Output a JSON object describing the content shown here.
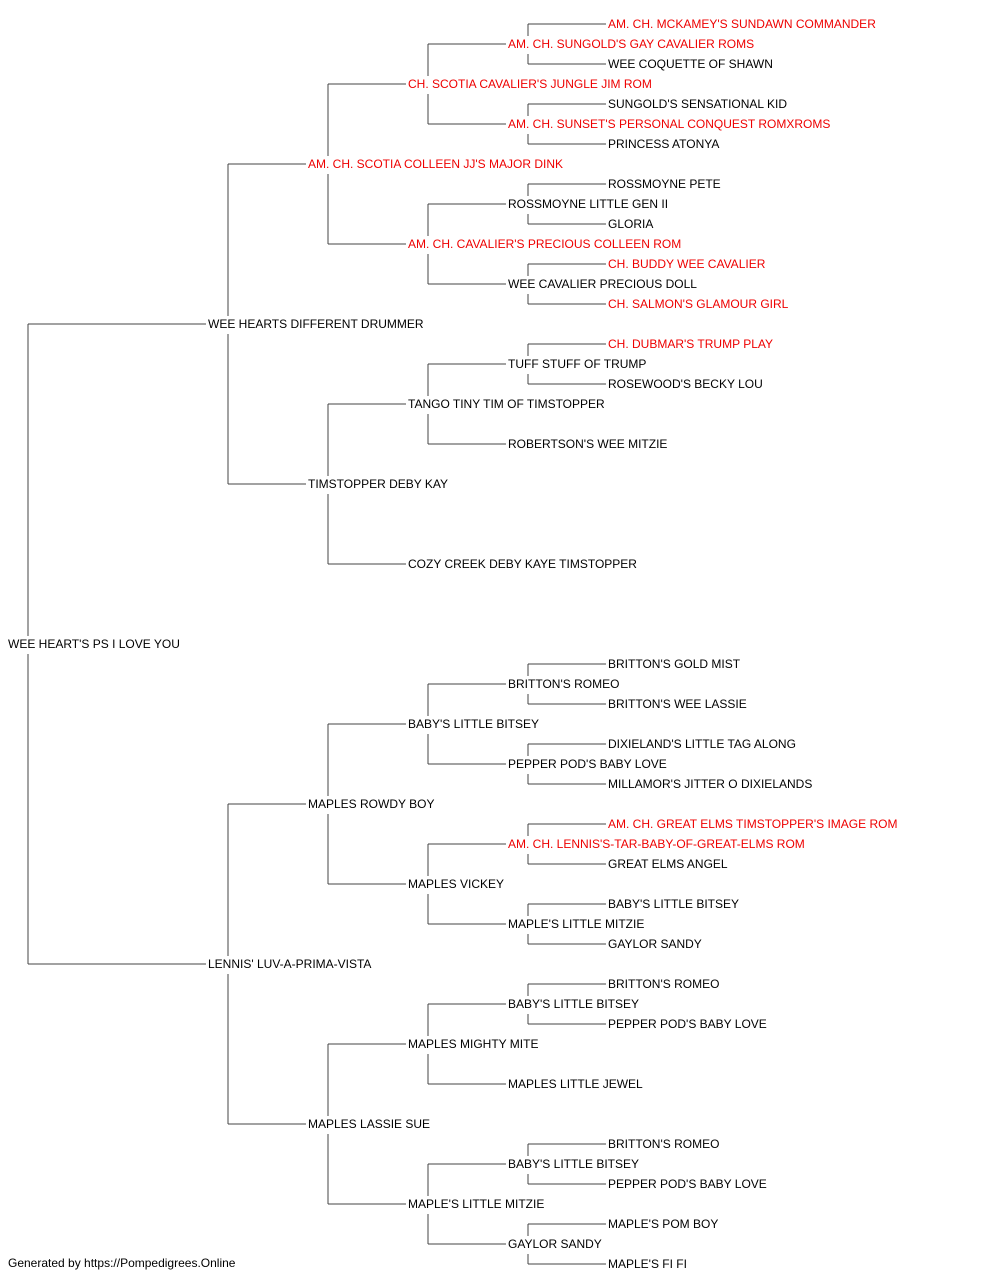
{
  "colors": {
    "champion": "#ee0000",
    "normal": "#000000",
    "line": "#444444"
  },
  "pedigree": {
    "name": "WEE HEART'S PS I LOVE YOU",
    "champion": false,
    "sire": {
      "name": "WEE HEARTS DIFFERENT DRUMMER",
      "champion": false,
      "sire": {
        "name": "AM. CH. SCOTIA COLLEEN JJ'S MAJOR DINK",
        "champion": true,
        "sire": {
          "name": "CH. SCOTIA CAVALIER'S JUNGLE JIM ROM",
          "champion": true,
          "sire": {
            "name": "AM. CH. SUNGOLD'S GAY CAVALIER ROMS",
            "champion": true,
            "sire": {
              "name": "AM. CH. MCKAMEY'S SUNDAWN COMMANDER",
              "champion": true
            },
            "dam": {
              "name": "WEE COQUETTE OF SHAWN",
              "champion": false
            }
          },
          "dam": {
            "name": "AM. CH. SUNSET'S PERSONAL CONQUEST ROMXROMS",
            "champion": true,
            "sire": {
              "name": "SUNGOLD'S SENSATIONAL KID",
              "champion": false
            },
            "dam": {
              "name": "PRINCESS ATONYA",
              "champion": false
            }
          }
        },
        "dam": {
          "name": "AM. CH. CAVALIER'S PRECIOUS COLLEEN ROM",
          "champion": true,
          "sire": {
            "name": "ROSSMOYNE LITTLE GEN II",
            "champion": false,
            "sire": {
              "name": "ROSSMOYNE PETE",
              "champion": false
            },
            "dam": {
              "name": "GLORIA",
              "champion": false
            }
          },
          "dam": {
            "name": "WEE CAVALIER PRECIOUS DOLL",
            "champion": false,
            "sire": {
              "name": "CH. BUDDY WEE CAVALIER",
              "champion": true
            },
            "dam": {
              "name": "CH. SALMON'S GLAMOUR GIRL",
              "champion": true
            }
          }
        }
      },
      "dam": {
        "name": "TIMSTOPPER DEBY KAY",
        "champion": false,
        "sire": {
          "name": "TANGO TINY TIM OF TIMSTOPPER",
          "champion": false,
          "sire": {
            "name": "TUFF STUFF OF TRUMP",
            "champion": false,
            "sire": {
              "name": "CH. DUBMAR'S TRUMP PLAY",
              "champion": true
            },
            "dam": {
              "name": "ROSEWOOD'S BECKY LOU",
              "champion": false
            }
          },
          "dam": {
            "name": "ROBERTSON'S WEE MITZIE",
            "champion": false
          }
        },
        "dam": {
          "name": "COZY CREEK DEBY KAYE TIMSTOPPER",
          "champion": false
        }
      }
    },
    "dam": {
      "name": "LENNIS' LUV-A-PRIMA-VISTA",
      "champion": false,
      "sire": {
        "name": "MAPLES ROWDY BOY",
        "champion": false,
        "sire": {
          "name": "BABY'S LITTLE BITSEY",
          "champion": false,
          "sire": {
            "name": "BRITTON'S ROMEO",
            "champion": false,
            "sire": {
              "name": "BRITTON'S GOLD MIST",
              "champion": false
            },
            "dam": {
              "name": "BRITTON'S WEE LASSIE",
              "champion": false
            }
          },
          "dam": {
            "name": "PEPPER POD'S BABY LOVE",
            "champion": false,
            "sire": {
              "name": "DIXIELAND'S LITTLE TAG ALONG",
              "champion": false
            },
            "dam": {
              "name": "MILLAMOR'S JITTER O DIXIELANDS",
              "champion": false
            }
          }
        },
        "dam": {
          "name": "MAPLES VICKEY",
          "champion": false,
          "sire": {
            "name": "AM. CH. LENNIS'S-TAR-BABY-OF-GREAT-ELMS ROM",
            "champion": true,
            "sire": {
              "name": "AM. CH. GREAT ELMS TIMSTOPPER'S IMAGE ROM",
              "champion": true
            },
            "dam": {
              "name": "GREAT ELMS ANGEL",
              "champion": false
            }
          },
          "dam": {
            "name": "MAPLE'S LITTLE MITZIE",
            "champion": false,
            "sire": {
              "name": "BABY'S LITTLE BITSEY",
              "champion": false
            },
            "dam": {
              "name": "GAYLOR SANDY",
              "champion": false
            }
          }
        }
      },
      "dam": {
        "name": "MAPLES LASSIE SUE",
        "champion": false,
        "sire": {
          "name": "MAPLES MIGHTY MITE",
          "champion": false,
          "sire": {
            "name": "BABY'S LITTLE BITSEY",
            "champion": false,
            "sire": {
              "name": "BRITTON'S ROMEO",
              "champion": false
            },
            "dam": {
              "name": "PEPPER POD'S BABY LOVE",
              "champion": false
            }
          },
          "dam": {
            "name": "MAPLES LITTLE JEWEL",
            "champion": false
          }
        },
        "dam": {
          "name": "MAPLE'S LITTLE MITZIE",
          "champion": false,
          "sire": {
            "name": "BABY'S LITTLE BITSEY",
            "champion": false,
            "sire": {
              "name": "BRITTON'S ROMEO",
              "champion": false
            },
            "dam": {
              "name": "PEPPER POD'S BABY LOVE",
              "champion": false
            }
          },
          "dam": {
            "name": "GAYLOR SANDY",
            "champion": false,
            "sire": {
              "name": "MAPLE'S POM BOY",
              "champion": false
            },
            "dam": {
              "name": "MAPLE'S FI FI",
              "champion": false
            }
          }
        }
      }
    }
  },
  "footer": {
    "text": "Generated by https://Pompedigrees.Online"
  }
}
